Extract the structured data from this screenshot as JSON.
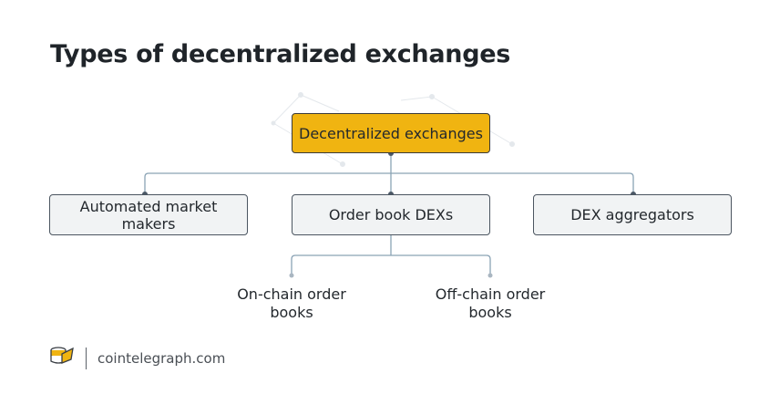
{
  "title": "Types of decentralized exchanges",
  "diagram": {
    "root": "Decentralized exchanges",
    "children": [
      "Automated market makers",
      "Order book DEXs",
      "DEX aggregators"
    ],
    "grandchildren": [
      "On-chain order books",
      "Off-chain order books"
    ]
  },
  "footer": {
    "brand": "cointelegraph.com"
  },
  "colors": {
    "root_fill": "#f0b411",
    "node_fill": "#f1f3f4",
    "connector": "#8aa3b5",
    "title": "#1f2429"
  }
}
